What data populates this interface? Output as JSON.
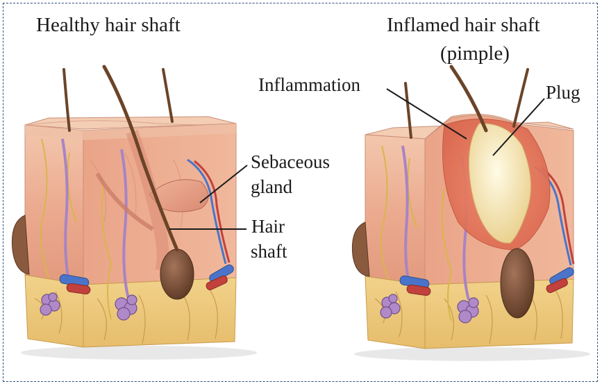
{
  "titles": {
    "healthy": "Healthy hair shaft",
    "inflamed_line1": "Inflamed hair shaft",
    "inflamed_line2": "(pimple)"
  },
  "callouts": {
    "sebaceous_line1": "Sebaceous",
    "sebaceous_line2": "gland",
    "hair_line1": "Hair",
    "hair_line2": "shaft",
    "inflammation": "Inflammation",
    "plug": "Plug"
  },
  "colors": {
    "border": "#2f4f7f",
    "skin_surface": "#f1c7a8",
    "dermis": "#e9a58c",
    "dermis_dark": "#c97b66",
    "fat": "#edc97a",
    "fat_line": "#c99a4c",
    "hair": "#6b4428",
    "follicle_bulb": "#7a5038",
    "inflamed": "#e07a5f",
    "plug": "#f7edc6",
    "vein": "#4a74c9",
    "artery": "#c2413c",
    "nerve": "#d8b64a",
    "sweat_gland": "#8e6aa8"
  },
  "icons": [
    "skin-block-healthy",
    "skin-block-inflamed"
  ]
}
